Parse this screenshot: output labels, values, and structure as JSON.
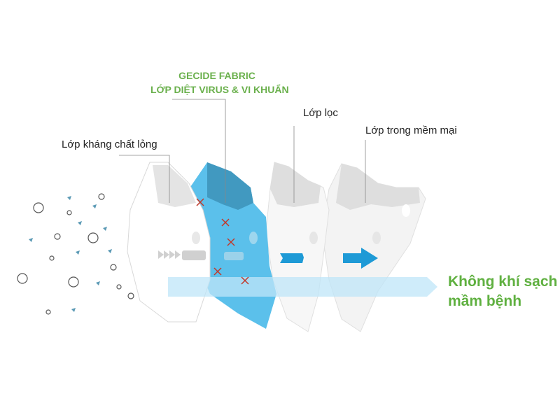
{
  "diagram": {
    "title_line1": "GECIDE FABRIC",
    "title_line2": "LỚP DIỆT VIRUS & VI KHUẨN",
    "layers": [
      {
        "label": "Lớp kháng chất lỏng"
      },
      {
        "label": "GECIDE FABRIC – LỚP DIỆT VIRUS & VI KHUẨN"
      },
      {
        "label": "Lớp lọc"
      },
      {
        "label": "Lớp trong mềm mại"
      }
    ],
    "output_line1": "Không khí sạch",
    "output_line2": "mầm bệnh",
    "colors": {
      "green": "#6ab04c",
      "blue_layer": "#5bc0eb",
      "blue_arrow": "#1e9ad6",
      "airflow": "#bfe6f8",
      "mask_gray": "#e4e4e4"
    }
  }
}
